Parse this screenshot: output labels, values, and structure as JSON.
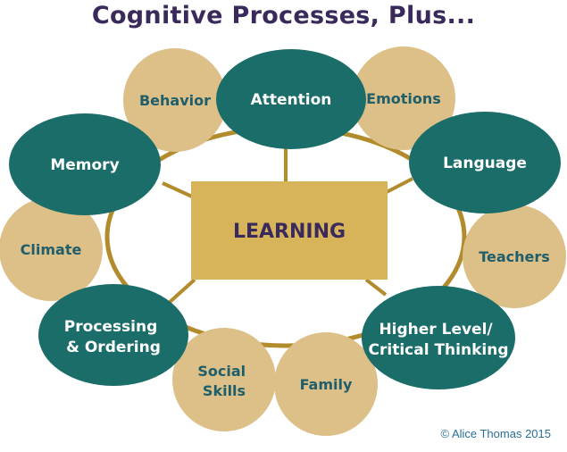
{
  "title": "Cognitive Processes, Plus...",
  "center": {
    "label": "LEARNING"
  },
  "nodes": {
    "attention": {
      "lines": [
        "Attention"
      ]
    },
    "memory": {
      "lines": [
        "Memory"
      ]
    },
    "language": {
      "lines": [
        "Language"
      ]
    },
    "processing": {
      "lines": [
        "Processing",
        "& Ordering"
      ]
    },
    "higher_level": {
      "lines": [
        "Higher Level/",
        "Critical Thinking"
      ]
    },
    "behavior": {
      "lines": [
        "Behavior"
      ]
    },
    "emotions": {
      "lines": [
        "Emotions"
      ]
    },
    "climate": {
      "lines": [
        "Climate"
      ]
    },
    "teachers": {
      "lines": [
        "Teachers"
      ]
    },
    "social_skills": {
      "lines": [
        "Social",
        "Skills"
      ]
    },
    "family": {
      "lines": [
        "Family"
      ]
    }
  },
  "copyright": "© Alice Thomas 2015",
  "colors": {
    "title": "#3a2a5c",
    "teal": "#1b6d6a",
    "tan": "#dcc087",
    "ring": "#b28b2c",
    "center_fill": "#d7b35a",
    "center_text": "#3a2a5c",
    "tan_text": "#1f5e6a",
    "copyright": "#2a6f98"
  }
}
